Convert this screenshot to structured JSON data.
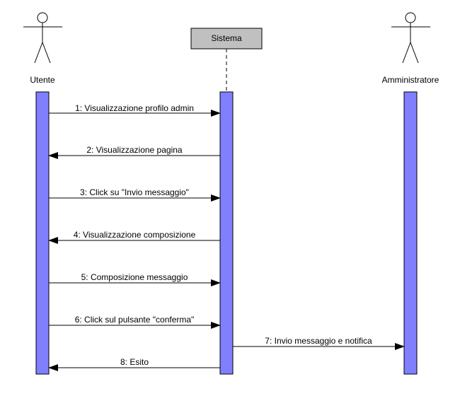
{
  "diagram": {
    "participants": [
      {
        "id": "utente",
        "label": "Utente",
        "kind": "actor"
      },
      {
        "id": "sistema",
        "label": "Sistema",
        "kind": "object"
      },
      {
        "id": "admin",
        "label": "Amministratore",
        "kind": "actor"
      }
    ],
    "messages": [
      {
        "label": "1: Visualizzazione profilo admin",
        "from": "utente",
        "to": "sistema"
      },
      {
        "label": "2: Visualizzazione pagina",
        "from": "sistema",
        "to": "utente"
      },
      {
        "label": "3: Click su \"Invio messaggio\"",
        "from": "utente",
        "to": "sistema"
      },
      {
        "label": "4: Visualizzazione composizione",
        "from": "sistema",
        "to": "utente"
      },
      {
        "label": "5: Composizione messaggio",
        "from": "utente",
        "to": "sistema"
      },
      {
        "label": "6: Click sul pulsante \"conferma\"",
        "from": "utente",
        "to": "sistema"
      },
      {
        "label": "7: Invio messaggio e notifica",
        "from": "sistema",
        "to": "admin"
      },
      {
        "label": "8: Esito",
        "from": "sistema",
        "to": "utente"
      }
    ],
    "colors": {
      "activation_fill": "#8080ff",
      "object_fill": "#c0c0c0",
      "line": "#000000"
    }
  }
}
